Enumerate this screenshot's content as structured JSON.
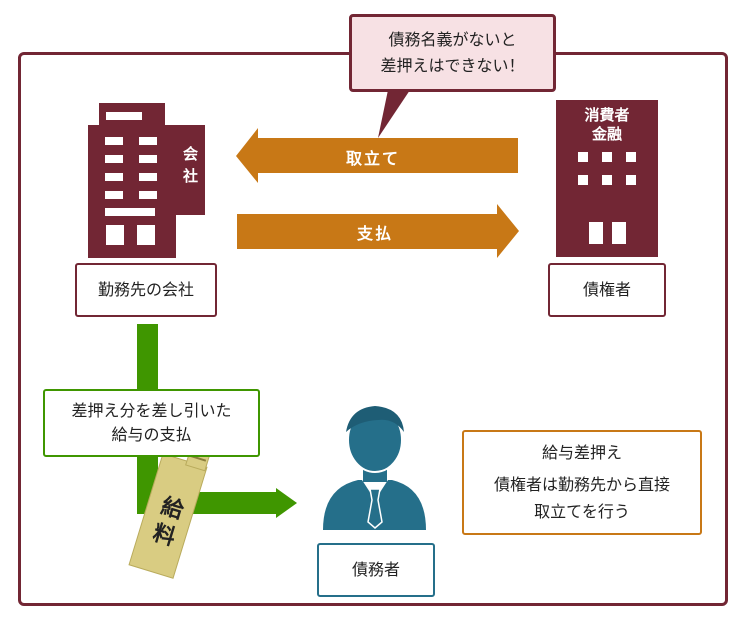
{
  "callout": {
    "line1": "債務名義がないと",
    "line2": "差押えはできない！"
  },
  "company": {
    "sign_line1": "会",
    "sign_line2": "社",
    "label": "勤務先の会社"
  },
  "creditor": {
    "sign_line1": "消費者",
    "sign_line2": "金融",
    "label": "債権者"
  },
  "arrows": {
    "collect": "取立て",
    "pay": "支払"
  },
  "garnish_box": {
    "line1": "差押え分を差し引いた",
    "line2": "給与の支払"
  },
  "envelope": {
    "char1": "給",
    "char2": "料"
  },
  "debtor": {
    "label": "債務者"
  },
  "explanation": {
    "title": "給与差押え",
    "line1": "債権者は勤務先から直接",
    "line2": "取立てを行う"
  },
  "colors": {
    "maroon": "#722634",
    "orange": "#c87816",
    "green": "#3f9600",
    "teal": "#256f8a",
    "envelope": "#d9cc82"
  }
}
